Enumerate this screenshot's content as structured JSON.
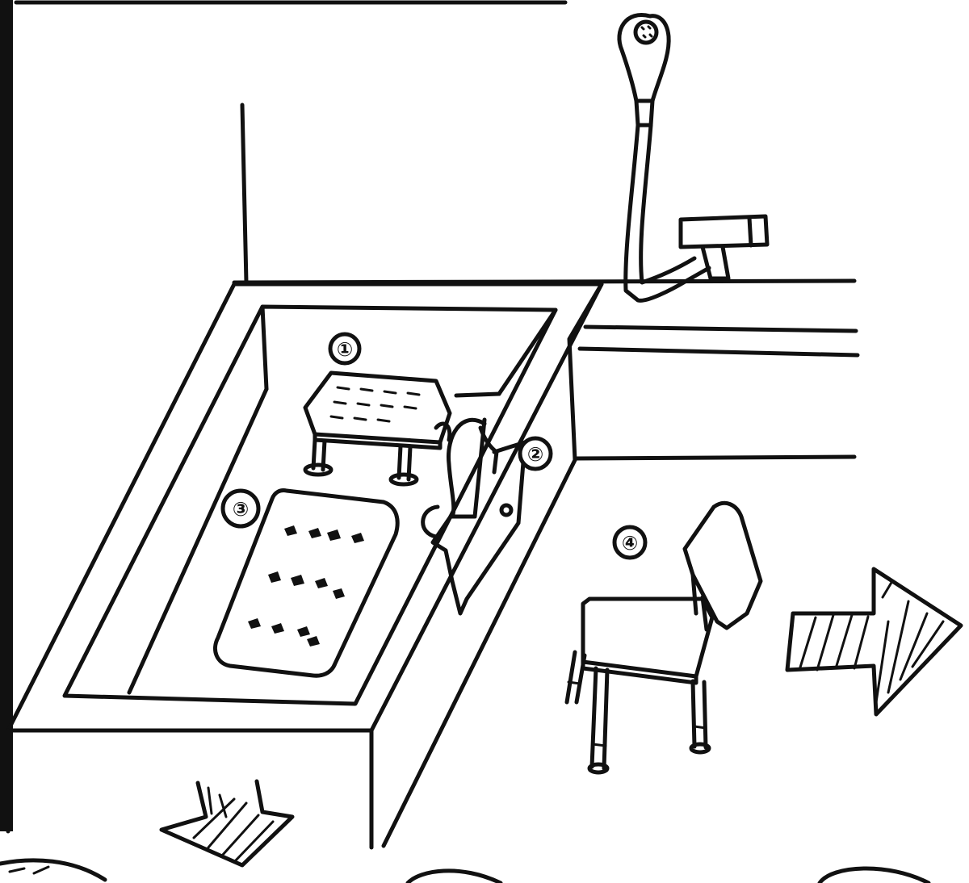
{
  "markers": {
    "m1": "①",
    "m2": "②",
    "m3": "③",
    "m4": "④"
  },
  "colors": {
    "ink": "#111111",
    "paper": "#ffffff"
  }
}
